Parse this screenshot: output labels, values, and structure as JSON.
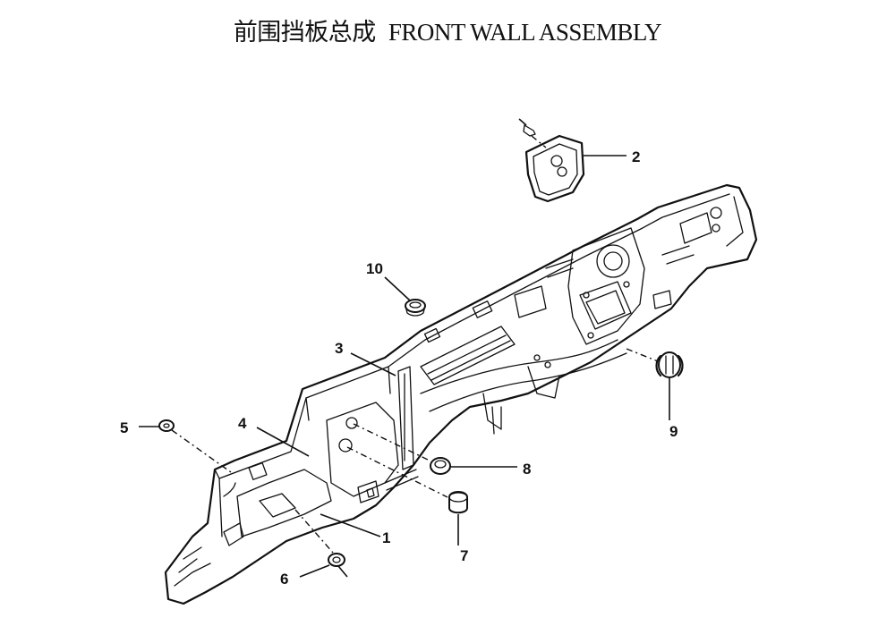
{
  "title": {
    "chinese": "前围挡板总成",
    "english": "FRONT WALL ASSEMBLY"
  },
  "callouts": [
    {
      "id": "1",
      "label": "1"
    },
    {
      "id": "2",
      "label": "2"
    },
    {
      "id": "3",
      "label": "3"
    },
    {
      "id": "4",
      "label": "4"
    },
    {
      "id": "5",
      "label": "5"
    },
    {
      "id": "6",
      "label": "6"
    },
    {
      "id": "7",
      "label": "7"
    },
    {
      "id": "8",
      "label": "8"
    },
    {
      "id": "9",
      "label": "9"
    },
    {
      "id": "10",
      "label": "10"
    }
  ]
}
